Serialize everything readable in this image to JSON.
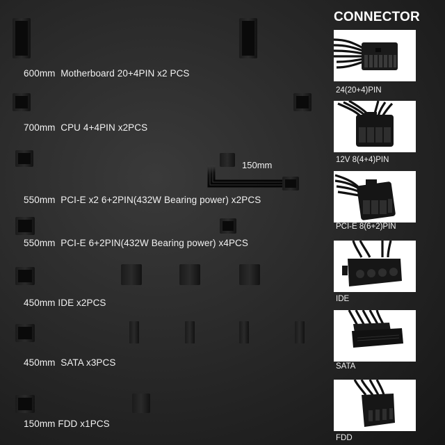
{
  "cables": [
    {
      "label": "600mm  Motherboard 20+4PIN x2 PCS"
    },
    {
      "label": "700mm  CPU 4+4PIN x2PCS"
    },
    {
      "label": "550mm  PCI-E x2 6+2PIN(432W Bearing power) x2PCS",
      "extension_label": "150mm"
    },
    {
      "label": "550mm  PCI-E 6+2PIN(432W Bearing power) x4PCS"
    },
    {
      "label": "450mm IDE x2PCS"
    },
    {
      "label": "450mm  SATA x3PCS"
    },
    {
      "label": "150mm FDD x1PCS"
    }
  ],
  "connector_panel": {
    "title": "CONNECTOR",
    "items": [
      {
        "label": "24(20+4)PIN",
        "icon": "atx-24pin-connector-icon"
      },
      {
        "label": "12V 8(4+4)PIN",
        "icon": "eps-8pin-connector-icon"
      },
      {
        "label": "PCI-E 8(6+2)PIN",
        "icon": "pcie-8pin-connector-icon"
      },
      {
        "label": "IDE",
        "icon": "molex-ide-connector-icon"
      },
      {
        "label": "SATA",
        "icon": "sata-power-connector-icon"
      },
      {
        "label": "FDD",
        "icon": "fdd-floppy-connector-icon"
      }
    ]
  },
  "colors": {
    "background": "#262626",
    "cable": "#0d0d0d",
    "connector_box": "#ffffff",
    "text": "#f2f2f2"
  }
}
